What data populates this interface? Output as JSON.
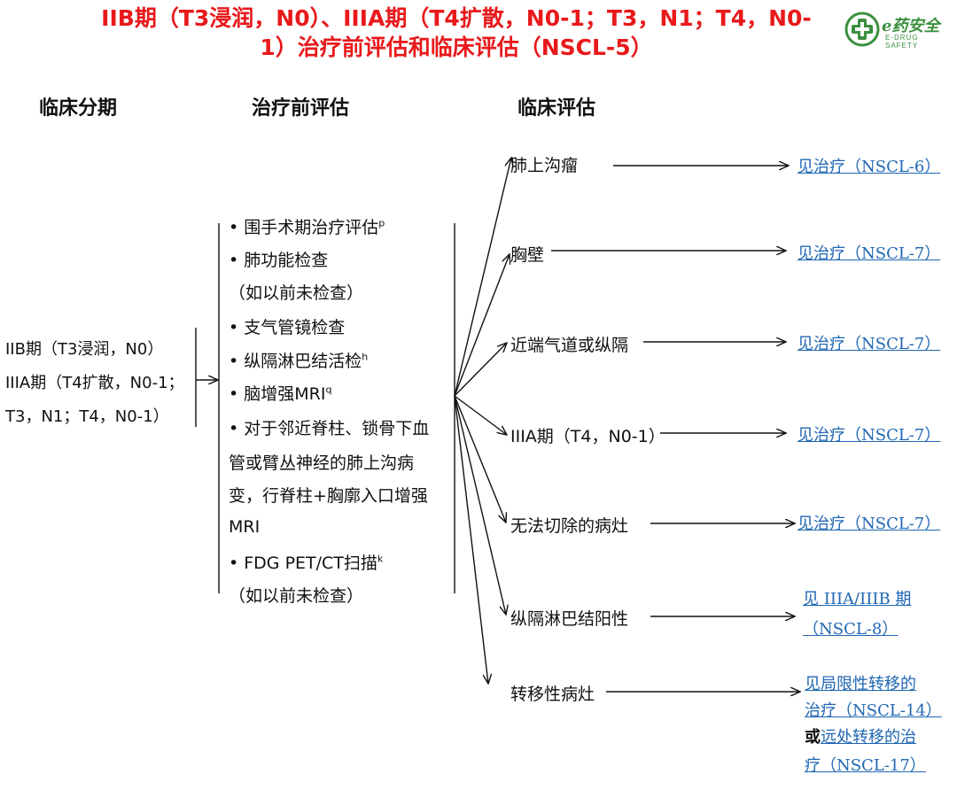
{
  "title": {
    "line1": "IIB期（T3浸润，N0）、IIIA期（T4扩散，N0-1；T3，N1；T4，N0-",
    "line2": "1）治疗前评估和临床评估（NSCL-5）"
  },
  "logo": {
    "name": "e药安全",
    "sub": "E-DRUG SAFETY"
  },
  "headers": {
    "stage": "临床分期",
    "eval": "治疗前评估",
    "clinical": "临床评估"
  },
  "stage": {
    "line1": "IIB期（T3浸润，N0）",
    "line2": "IIIA期（T4扩散，N0-1；",
    "line3": "T3，N1；T4，N0-1）"
  },
  "evaluation": {
    "item1": "• 围手术期治疗评估",
    "item1_sup": "p",
    "item2": "• 肺功能检查",
    "item2b": "（如以前未检查）",
    "item3": "• 支气管镜检查",
    "item4": "• 纵隔淋巴结活检",
    "item4_sup": "h",
    "item5": "• 脑增强MRI",
    "item5_sup": "q",
    "item6a": "• 对于邻近脊柱、锁骨下血",
    "item6b": "管或臂丛神经的肺上沟病",
    "item6c": "变，行脊柱+胸廓入口增强",
    "item6d": "MRI",
    "item7": "• FDG PET/CT扫描",
    "item7_sup": "k",
    "item7b": "（如以前未检查）"
  },
  "clinical": {
    "c1": "肺上沟瘤",
    "c2": "胸壁",
    "c3": "近端气道或纵隔",
    "c4": "IIIA期（T4，N0-1）",
    "c5": "无法切除的病灶",
    "c6": "纵隔淋巴结阳性",
    "c7": "转移性病灶"
  },
  "links": {
    "l1": "见治疗（NSCL-6）",
    "l2": "见治疗（NSCL-7）",
    "l3": "见治疗（NSCL-7）",
    "l4": "见治疗（NSCL-7）",
    "l5": "见治疗（NSCL-7）",
    "l6a": "见 IIIA/IIIB 期",
    "l6b": "（NSCL-8）",
    "l7a": "见局限性转移的",
    "l7b": "治疗（NSCL-14）",
    "l7or": "或",
    "l7c": "远处转移的治",
    "l7d": "疗（NSCL-17）"
  },
  "colors": {
    "title": "#e8191b",
    "link": "#1f66b3",
    "logo": "#3b8f3e"
  }
}
